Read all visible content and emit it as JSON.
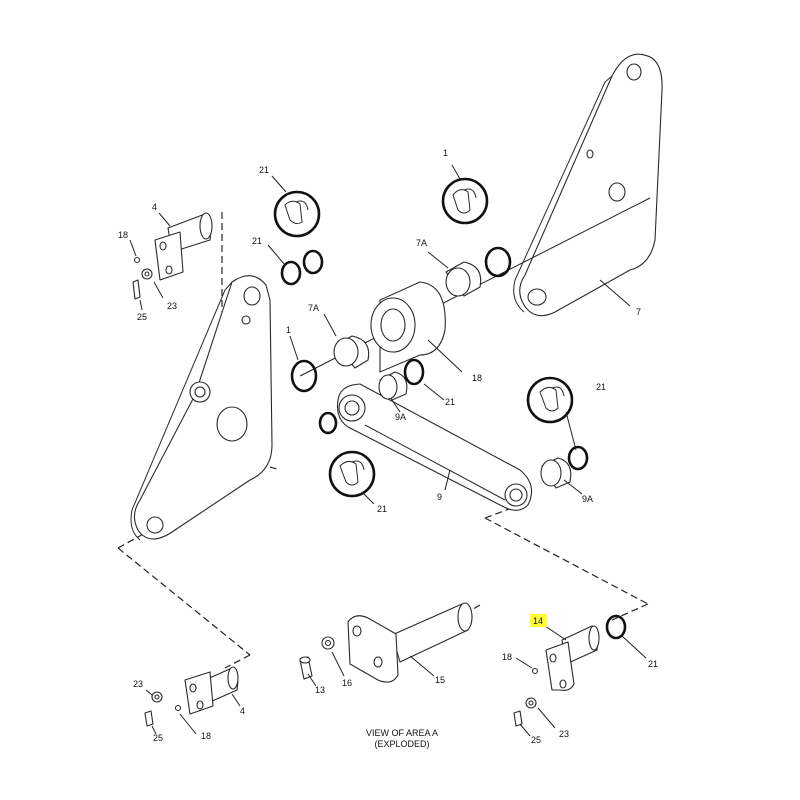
{
  "caption": {
    "line1": "VIEW OF AREA A",
    "line2": "(EXPLODED)"
  },
  "labels": {
    "l21_top": "21",
    "l1_top": "1",
    "l4_top": "4",
    "l18_top": "18",
    "l21_ring": "21",
    "l7a_top": "7A",
    "l23_top": "23",
    "l25_top": "25",
    "l7a_mid": "7A",
    "l1_mid": "1",
    "l18_mid": "18",
    "l21_9a": "21",
    "l9a_mid": "9A",
    "l21_right": "21",
    "l7": "7",
    "l21_lower": "21",
    "l9": "9",
    "l9a_right": "9A",
    "l14": "14",
    "l18_right": "18",
    "l21_bottom_right": "21",
    "l23_right": "23",
    "l25_right": "25",
    "l23_left": "23",
    "l4_bottom": "4",
    "l25_left": "25",
    "l18_left": "18",
    "l13": "13",
    "l16": "16",
    "l15": "15"
  },
  "highlight": {
    "label": "14",
    "color": "#ffff33"
  }
}
